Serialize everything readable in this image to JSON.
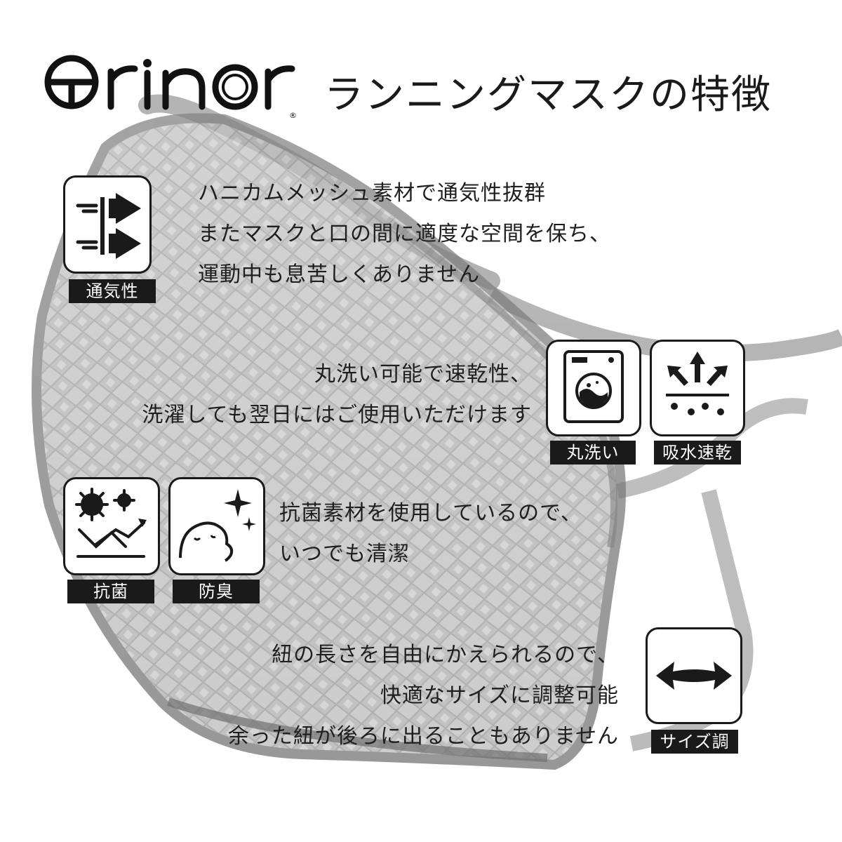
{
  "brand": {
    "name": "erinor"
  },
  "header": {
    "title": "ランニングマスクの特徴"
  },
  "features": {
    "breathability": {
      "lines": [
        "ハニカムメッシュ素材で通気性抜群",
        "またマスクと口の間に適度な空間を保ち、",
        "運動中も息苦しくありません"
      ],
      "badges": [
        {
          "label": "通気性",
          "icon": "airflow-arrows-icon"
        }
      ]
    },
    "washable": {
      "lines": [
        "丸洗い可能で速乾性、",
        "洗濯しても翌日にはご使用いただけます"
      ],
      "badges": [
        {
          "label": "丸洗い",
          "icon": "washing-machine-icon"
        },
        {
          "label": "吸水速乾",
          "icon": "quick-dry-icon"
        }
      ]
    },
    "antibacterial": {
      "lines": [
        "抗菌素材を使用しているので、",
        "いつでも清潔"
      ],
      "badges": [
        {
          "label": "抗菌",
          "icon": "antibacterial-icon"
        },
        {
          "label": "防臭",
          "icon": "deodorant-icon"
        }
      ]
    },
    "adjustable": {
      "lines": [
        "紐の長さを自由にかえられるので、",
        "快適なサイズに調整可能",
        "余った紐が後ろに出ることもありません"
      ],
      "badges": [
        {
          "label": "サイズ調整",
          "icon": "double-arrow-icon"
        }
      ]
    }
  },
  "colors": {
    "text": "#1a1a1a",
    "mask": "#b8b8b8",
    "badge_bg": "#1a1a1a",
    "badge_text": "#ffffff"
  }
}
